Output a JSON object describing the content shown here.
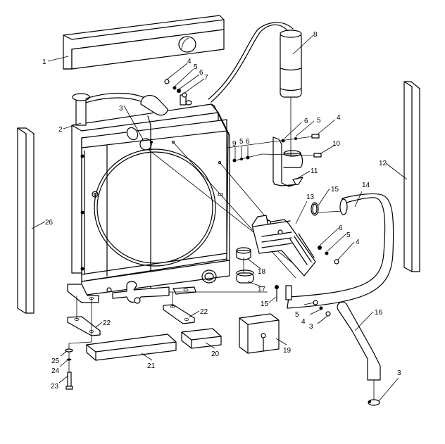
{
  "diagram": {
    "type": "exploded-parts-drawing",
    "subject": "Radiator assembly",
    "callouts": [
      {
        "id": "c1",
        "label": "1",
        "part": "top-shroud-panel"
      },
      {
        "id": "c2",
        "label": "2",
        "part": "radiator-core"
      },
      {
        "id": "c3a",
        "label": "3",
        "part": "hose-clamp-top"
      },
      {
        "id": "c4a",
        "label": "4",
        "part": "bolt-top"
      },
      {
        "id": "c5a",
        "label": "5",
        "part": "lock-washer-top"
      },
      {
        "id": "c6a",
        "label": "6",
        "part": "flat-washer-top"
      },
      {
        "id": "c7",
        "label": "7",
        "part": "bracket-fitting"
      },
      {
        "id": "c8",
        "label": "8",
        "part": "overflow-tank"
      },
      {
        "id": "c6b",
        "label": "6",
        "part": "flat-washer-bracket"
      },
      {
        "id": "c5b",
        "label": "5",
        "part": "lock-washer-bracket"
      },
      {
        "id": "c4b",
        "label": "4",
        "part": "bolt-bracket"
      },
      {
        "id": "c9",
        "label": "9",
        "part": "nut-bracket"
      },
      {
        "id": "c5c",
        "label": "5",
        "part": "lock-washer-nut"
      },
      {
        "id": "c6c",
        "label": "6",
        "part": "flat-washer-nut"
      },
      {
        "id": "c10",
        "label": "10",
        "part": "clamp-bolt"
      },
      {
        "id": "c11",
        "label": "11",
        "part": "tank-bracket"
      },
      {
        "id": "c12",
        "label": "12",
        "part": "side-panel-right"
      },
      {
        "id": "c13",
        "label": "13",
        "part": "grille-guard"
      },
      {
        "id": "c15a",
        "label": "15",
        "part": "hose-clamp-upper"
      },
      {
        "id": "c14",
        "label": "14",
        "part": "upper-hose"
      },
      {
        "id": "c6d",
        "label": "6",
        "part": "flat-washer-guard"
      },
      {
        "id": "c5d",
        "label": "5",
        "part": "lock-washer-guard"
      },
      {
        "id": "c4d",
        "label": "4",
        "part": "bolt-guard"
      },
      {
        "id": "c18",
        "label": "18",
        "part": "clamp-ring"
      },
      {
        "id": "c17",
        "label": "17",
        "part": "grommet"
      },
      {
        "id": "c15b",
        "label": "15",
        "part": "cotter-pin"
      },
      {
        "id": "c5e",
        "label": "5",
        "part": "lock-washer-lower"
      },
      {
        "id": "c4e",
        "label": "4",
        "part": "bolt-lower"
      },
      {
        "id": "c3b",
        "label": "3",
        "part": "clamp-lower"
      },
      {
        "id": "c16",
        "label": "16",
        "part": "lower-hose"
      },
      {
        "id": "c3c",
        "label": "3",
        "part": "hose-clamp-bottom"
      },
      {
        "id": "c19",
        "label": "19",
        "part": "junction-box"
      },
      {
        "id": "c20",
        "label": "20",
        "part": "spacer-block-short"
      },
      {
        "id": "c21",
        "label": "21",
        "part": "spacer-block-long"
      },
      {
        "id": "c22a",
        "label": "22",
        "part": "mounting-plate-left"
      },
      {
        "id": "c22b",
        "label": "22",
        "part": "mounting-plate-right"
      },
      {
        "id": "c23",
        "label": "23",
        "part": "mount-bolt"
      },
      {
        "id": "c24",
        "label": "24",
        "part": "lock-washer-mount"
      },
      {
        "id": "c25",
        "label": "25",
        "part": "flat-washer-mount"
      },
      {
        "id": "c26",
        "label": "26",
        "part": "side-panel-left"
      }
    ]
  }
}
